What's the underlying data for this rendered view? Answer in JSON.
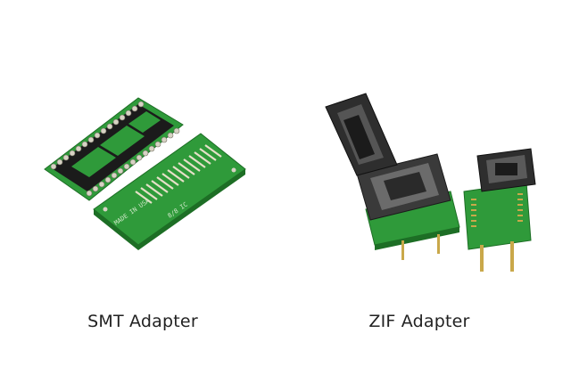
{
  "captions": {
    "left": "SMT Adapter",
    "right": "ZIF Adapter"
  },
  "board_markings": {
    "smt_board": [
      "MADE IN USA",
      "8/8 IC"
    ]
  },
  "colors": {
    "pcb_green": "#2f9a3a",
    "pcb_dark_green": "#1d6e25",
    "gold": "#c9a84a",
    "socket_black": "#1b1b1b",
    "socket_grey": "#4a4a4a"
  },
  "icons": {
    "smt_adapter": "smt-adapter-photo",
    "zif_adapter": "zif-adapter-photo"
  }
}
